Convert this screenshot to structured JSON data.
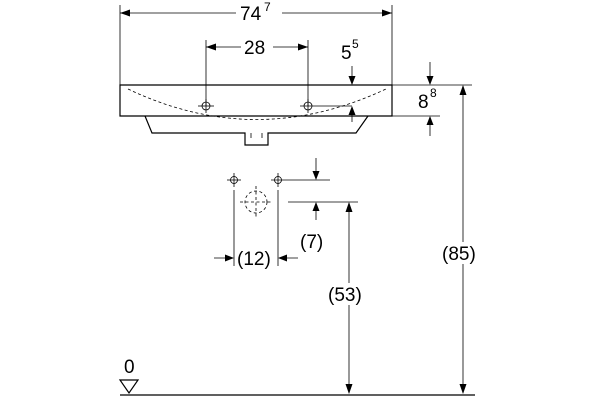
{
  "dimensions": {
    "width_main": "74",
    "width_sup": "7",
    "tap_spacing": "28",
    "depth_main": "5",
    "depth_sup": "5",
    "rim_main": "8",
    "rim_sup": "8",
    "total_height": "(85)",
    "waste_height": "(53)",
    "waste_offset": "(7)",
    "waste_spacing": "(12)",
    "floor_level": "0"
  }
}
